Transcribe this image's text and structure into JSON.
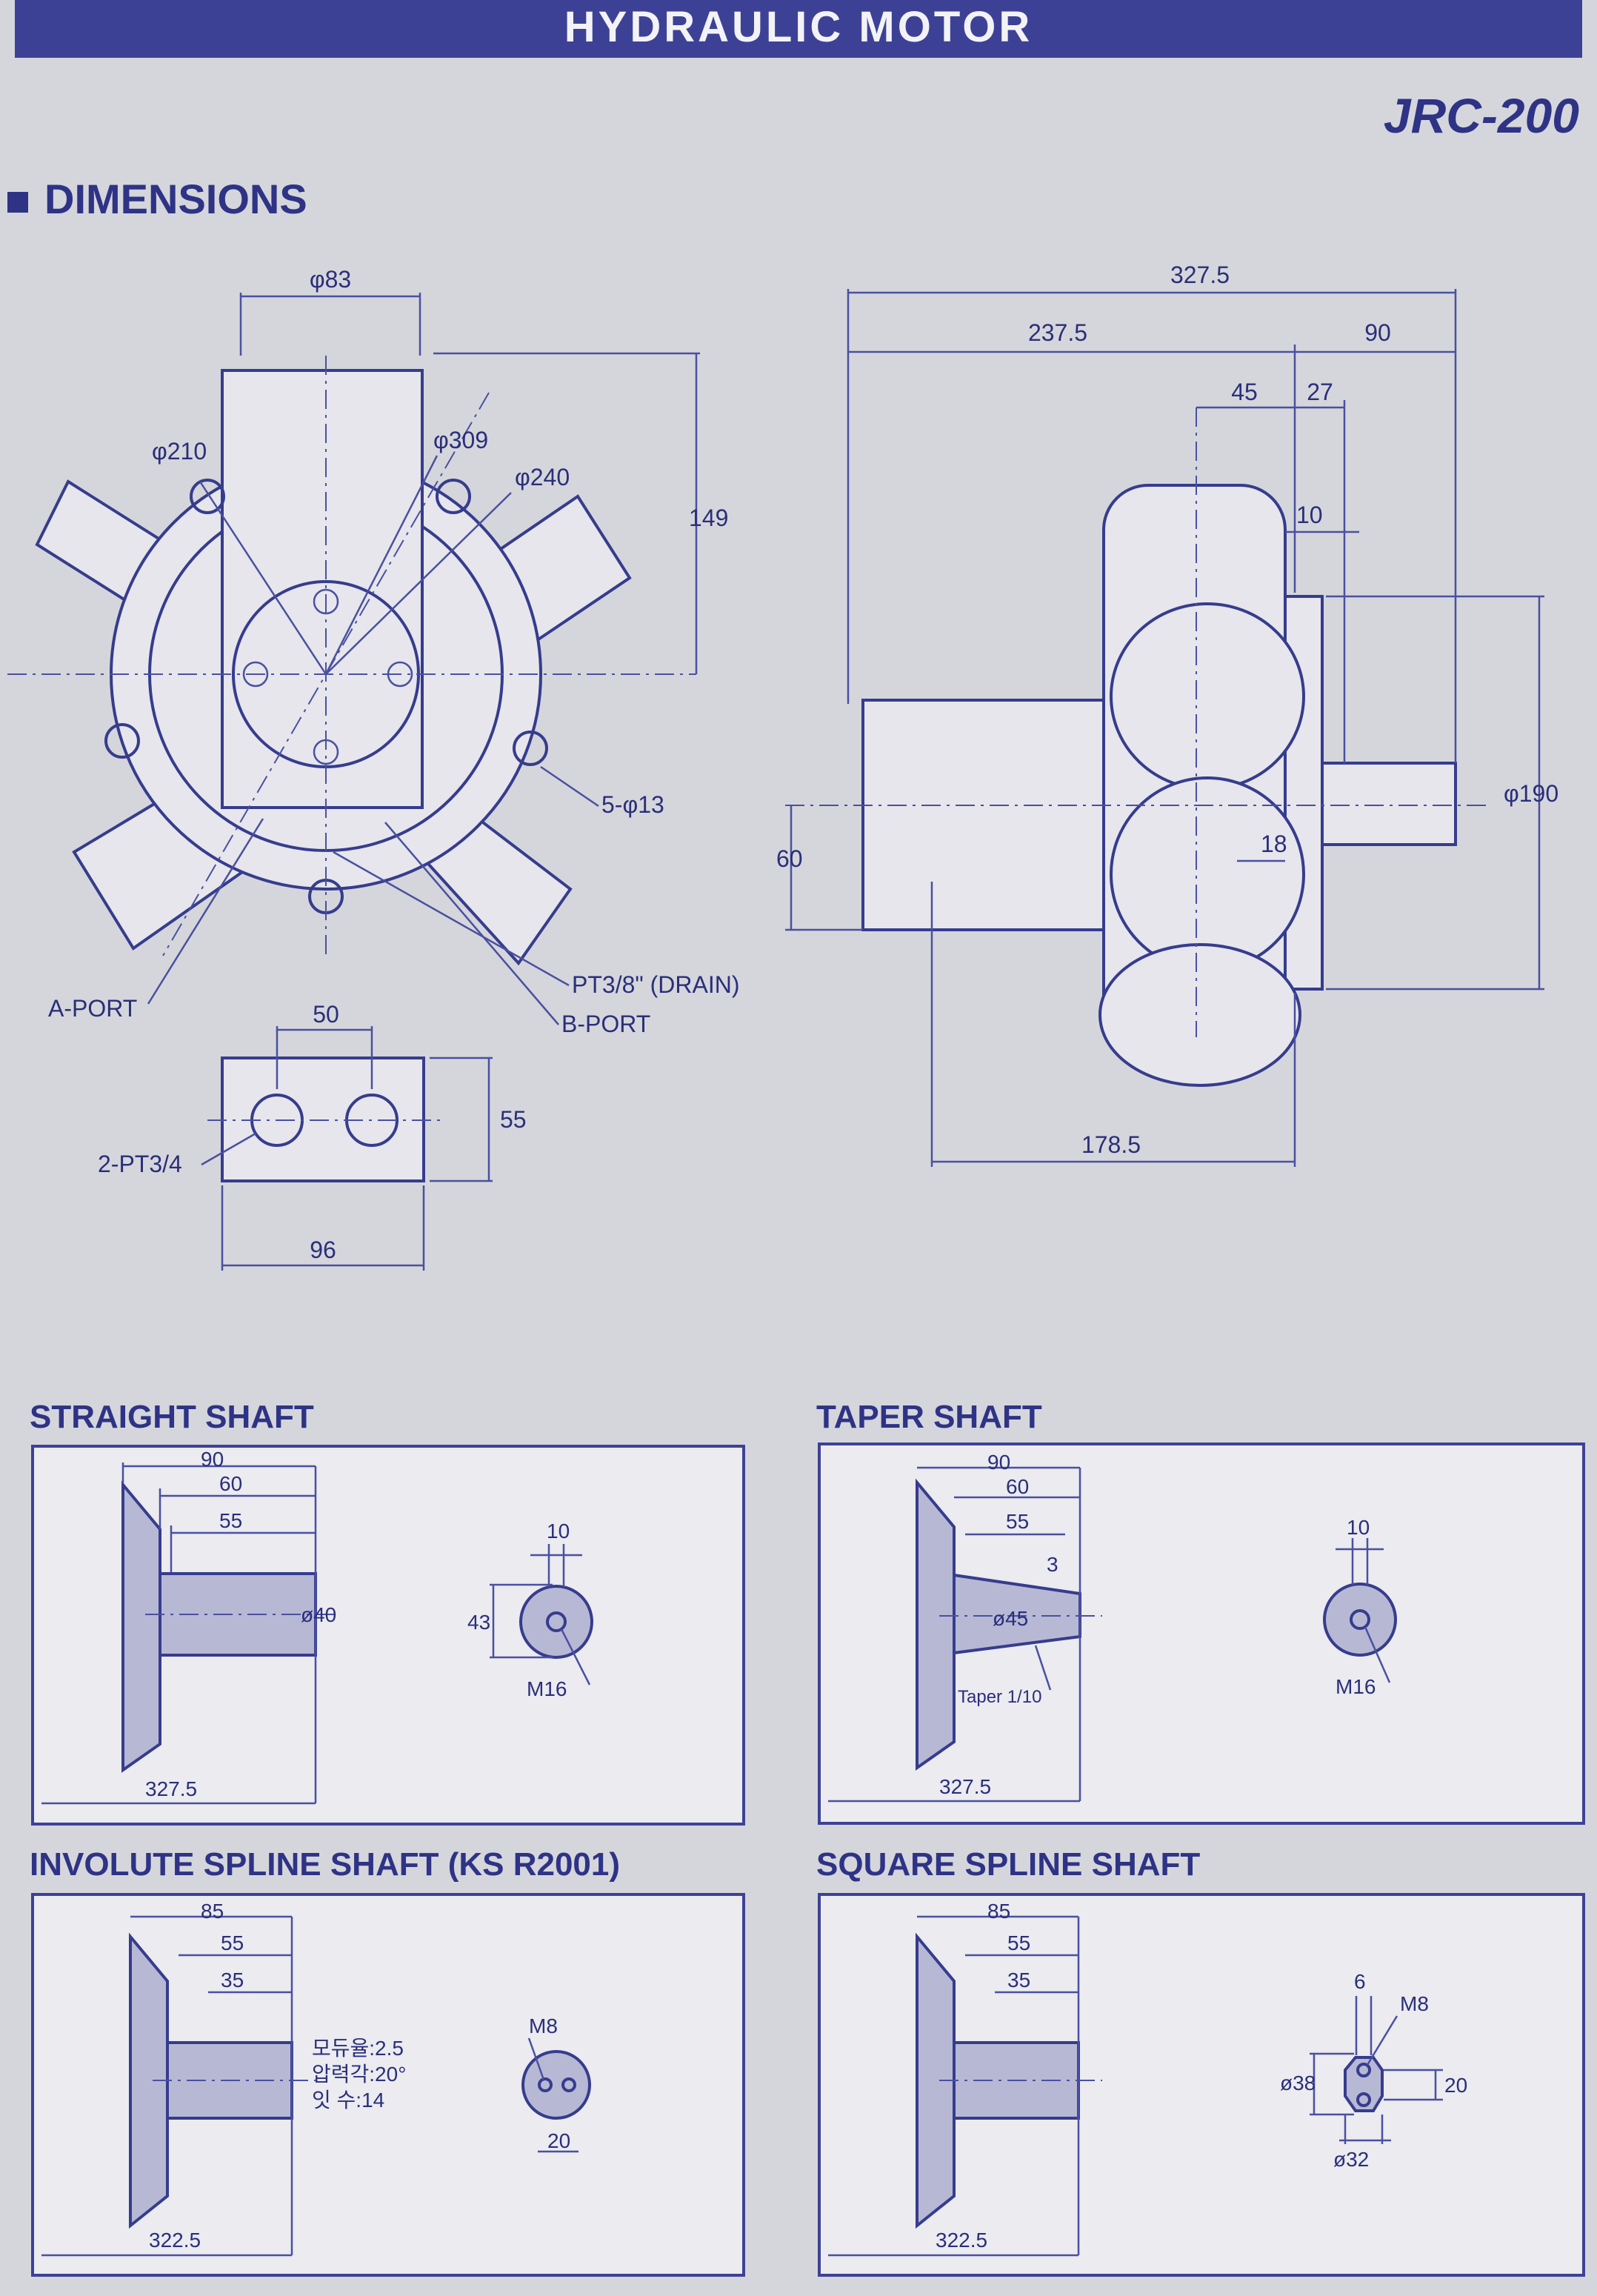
{
  "header": {
    "title": "HYDRAULIC  MOTOR",
    "model": "JRC-200"
  },
  "section": {
    "title": "DIMENSIONS"
  },
  "front_view": {
    "dims": [
      "φ83",
      "φ210",
      "φ309",
      "φ240",
      "149",
      "5-φ13"
    ],
    "labels": [
      "A-PORT",
      "PT3/8\" (DRAIN)",
      "B-PORT"
    ]
  },
  "port_detail": {
    "dims": [
      "50",
      "55",
      "96"
    ],
    "label": "2-PT3/4"
  },
  "side_view": {
    "dims": [
      "327.5",
      "237.5",
      "90",
      "45",
      "27",
      "10",
      "φ190",
      "60",
      "18",
      "178.5"
    ]
  },
  "shafts": {
    "straight": {
      "title": "STRAIGHT SHAFT",
      "dims": [
        "90",
        "60",
        "55",
        "ø40",
        "327.5",
        "10",
        "43"
      ],
      "thread": "M16"
    },
    "taper": {
      "title": "TAPER SHAFT",
      "dims": [
        "90",
        "60",
        "55",
        "3",
        "ø45",
        "327.5",
        "10"
      ],
      "taper": "Taper 1/10",
      "thread": "M16"
    },
    "involute": {
      "title": "INVOLUTE SPLINE SHAFT (KS R2001)",
      "dims": [
        "85",
        "55",
        "35",
        "322.5",
        "20"
      ],
      "thread": "M8",
      "spec": [
        "모듀율:2.5",
        "압력각:20°",
        "잇  수:14"
      ]
    },
    "square": {
      "title": "SQUARE SPLINE SHAFT",
      "dims": [
        "85",
        "55",
        "35",
        "322.5",
        "6",
        "ø38",
        "20",
        "ø32"
      ],
      "thread": "M8"
    }
  }
}
